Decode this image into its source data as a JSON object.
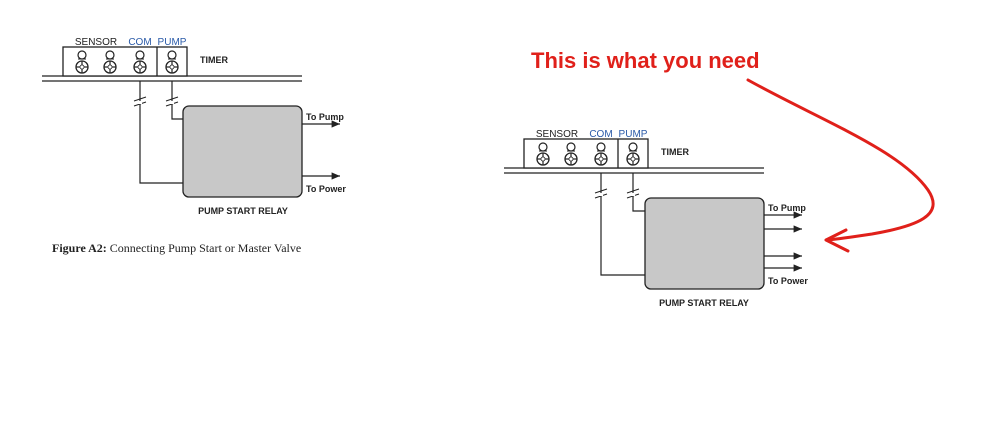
{
  "diagram_left": {
    "terminal_labels": [
      "SENSOR",
      "COM",
      "PUMP"
    ],
    "timer_label": "TIMER",
    "relay_label": "PUMP START RELAY",
    "output_top": "To Pump",
    "output_bottom": "To Power",
    "caption_bold": "Figure A2:",
    "caption_rest": " Connecting Pump Start or Master Valve"
  },
  "diagram_right": {
    "terminal_labels": [
      "SENSOR",
      "COM",
      "PUMP"
    ],
    "timer_label": "TIMER",
    "relay_label": "PUMP START RELAY",
    "output_top": "To Pump",
    "output_bottom": "To Power",
    "annotation": "This is what you need"
  },
  "colors": {
    "terminal_label_blue": "#2a5aa8",
    "relay_fill": "#c8c8c8",
    "annotation_red": "#e0201a"
  }
}
